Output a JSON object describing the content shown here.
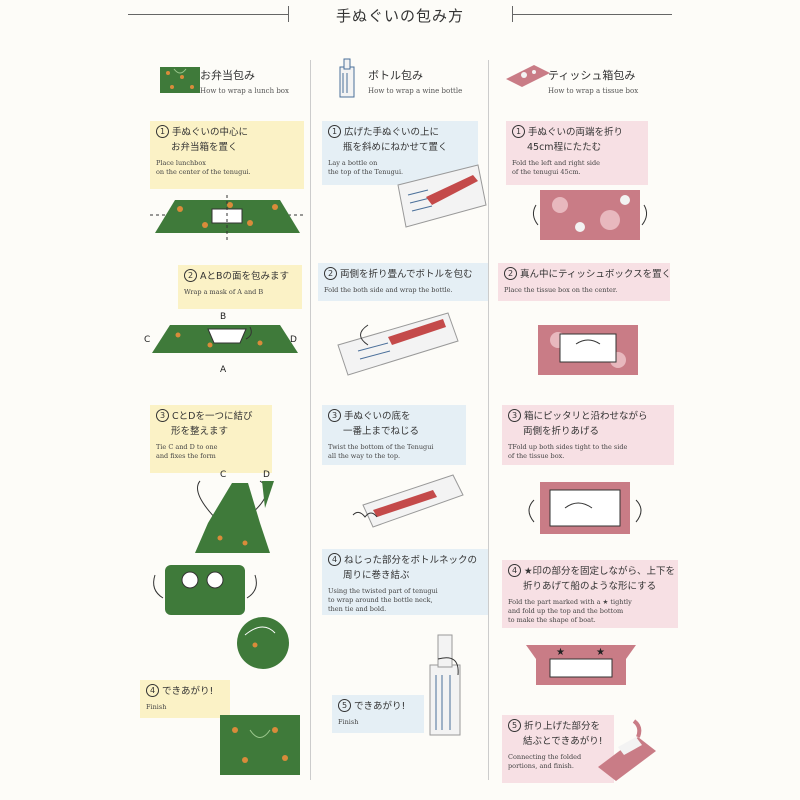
{
  "title": "手ぬぐいの包み方",
  "columns": [
    {
      "heading_jp": "お弁当包み",
      "heading_en": "How to wrap a lunch box",
      "steps": [
        {
          "num": "1",
          "jp": [
            "手ぬぐいの中心に",
            "お弁当箱を置く"
          ],
          "en": [
            "Place lunchbox",
            "on the center of the tenugui."
          ]
        },
        {
          "num": "2",
          "jp": [
            "AとBの面を包みます"
          ],
          "en": [
            "Wrap a mask of A and B"
          ]
        },
        {
          "num": "3",
          "jp": [
            "CとDを一つに結び",
            "形を整えます"
          ],
          "en": [
            "Tie C and D to one",
            "and fixes the form"
          ]
        },
        {
          "num": "4",
          "jp": [
            "できあがり!"
          ],
          "en": [
            "Finish"
          ]
        }
      ],
      "labels": {
        "A": "A",
        "B": "B",
        "C": "C",
        "D": "D"
      }
    },
    {
      "heading_jp": "ボトル包み",
      "heading_en": "How to wrap a wine bottle",
      "steps": [
        {
          "num": "1",
          "jp": [
            "広げた手ぬぐいの上に",
            "瓶を斜めにねかせて置く"
          ],
          "en": [
            "Lay a bottle on",
            "the top of the Tenugui."
          ]
        },
        {
          "num": "2",
          "jp": [
            "両側を折り畳んでボトルを包む"
          ],
          "en": [
            "Fold the both side and wrap the bottle."
          ]
        },
        {
          "num": "3",
          "jp": [
            "手ぬぐいの底を",
            "一番上までねじる"
          ],
          "en": [
            "Twist the bottom of the Tenugui",
            "all the way to the top."
          ]
        },
        {
          "num": "4",
          "jp": [
            "ねじった部分をボトルネックの",
            "周りに巻き結ぶ"
          ],
          "en": [
            "Using the twisted part of tenugui",
            "to wrap around the bottle neck,",
            "then tie and bold."
          ]
        },
        {
          "num": "5",
          "jp": [
            "できあがり!"
          ],
          "en": [
            "Finish"
          ]
        }
      ]
    },
    {
      "heading_jp": "ティッシュ箱包み",
      "heading_en": "How to wrap a tissue box",
      "steps": [
        {
          "num": "1",
          "jp": [
            "手ぬぐいの両端を折り",
            "45cm程にたたむ"
          ],
          "en": [
            "Fold the left and right side",
            "of the tenugui 45cm."
          ]
        },
        {
          "num": "2",
          "jp": [
            "真ん中にティッシュボックスを置く"
          ],
          "en": [
            "Place the tissue box on the center."
          ]
        },
        {
          "num": "3",
          "jp": [
            "箱にピッタリと沿わせながら",
            "両側を折りあげる"
          ],
          "en": [
            "TFold up both sides tight to the side",
            "of the tissue box."
          ]
        },
        {
          "num": "4",
          "jp": [
            "★印の部分を固定しながら、上下を",
            "折りあげて船のような形にする"
          ],
          "en": [
            "Fold the part marked with a ★ tightly",
            "and fold up the top and the bottom",
            "to make the shape of boat."
          ]
        },
        {
          "num": "5",
          "jp": [
            "折り上げた部分を",
            "結ぶとできあがり!"
          ],
          "en": [
            "Connecting the folded",
            "portions, and finish."
          ]
        }
      ]
    }
  ],
  "colors": {
    "green_cloth": "#3f7a3a",
    "green_dot": "#d98b3a",
    "pink_cloth": "#c97c86",
    "white_cloth": "#f3f3f3",
    "blue_stripe": "#4a6f9a",
    "bottle_red": "#c44a4a",
    "box_yellow": "#fbf2c6",
    "box_blue": "#e5eff5",
    "box_pink": "#f7e0e4"
  }
}
